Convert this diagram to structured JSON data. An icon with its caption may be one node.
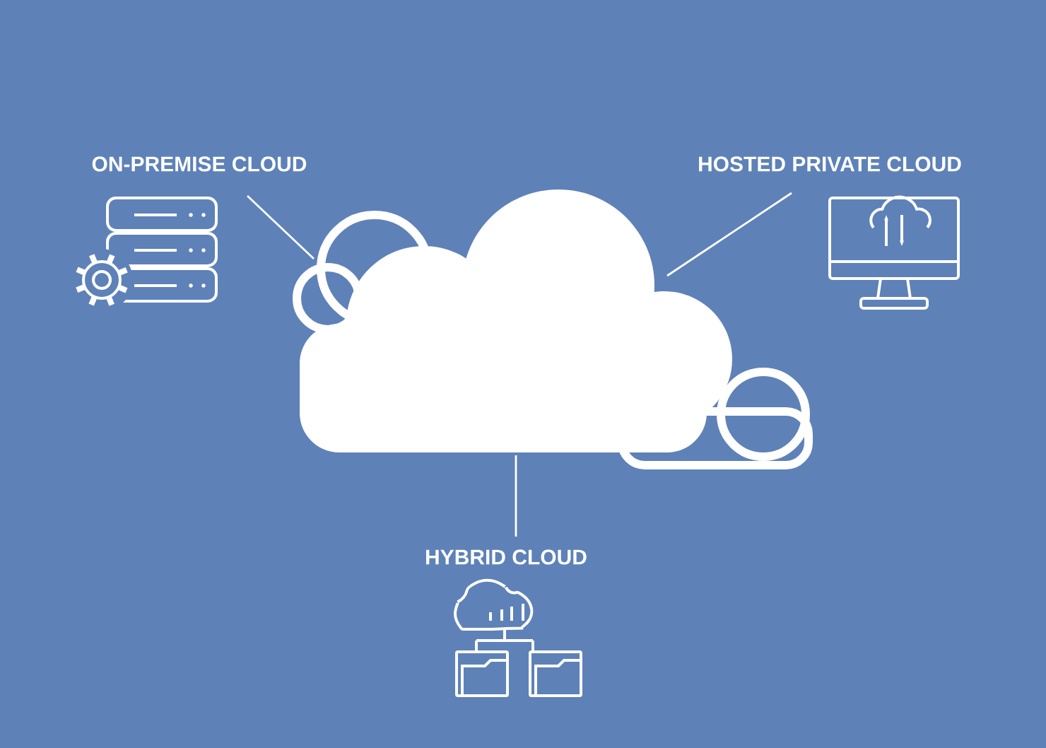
{
  "diagram": {
    "nodes": [
      {
        "text": [],
        "shape": "cloud"
      },
      {
        "text": [
          "ON-PREMISE CLOUD"
        ]
      },
      {
        "text": [
          "HOSTED PRIVATE CLOUD"
        ]
      },
      {
        "text": [
          "HYBRID CLOUD"
        ]
      }
    ],
    "edges": [
      {
        "from": 1,
        "to": 0,
        "arrow": "none"
      },
      {
        "from": 2,
        "to": 0,
        "arrow": "none"
      },
      {
        "from": 0,
        "to": 3,
        "arrow": "none"
      }
    ]
  }
}
